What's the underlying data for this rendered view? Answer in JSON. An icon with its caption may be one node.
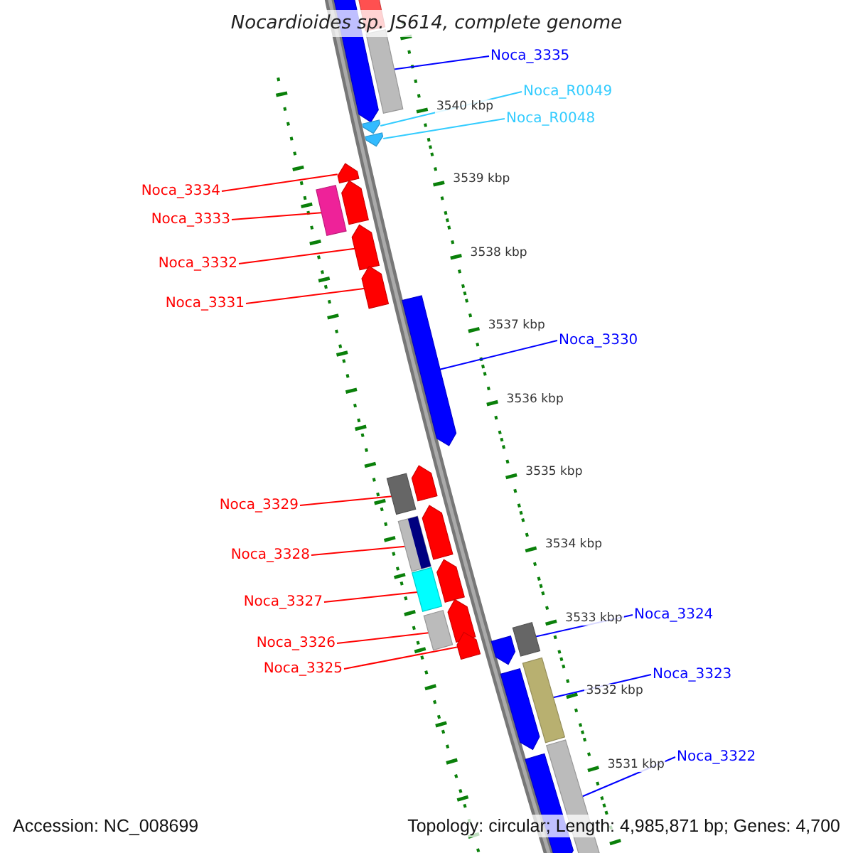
{
  "diagram": {
    "title": "Nocardioides sp. JS614, complete genome",
    "nodes": [
      {
        "text": [
          "Noca_3335"
        ]
      },
      {
        "text": [
          "Noca_R0049"
        ]
      },
      {
        "text": [
          "Noca_R0048"
        ]
      },
      {
        "text": [
          "Noca_3334"
        ]
      },
      {
        "text": [
          "Noca_3333"
        ]
      },
      {
        "text": [
          "Noca_3332"
        ]
      },
      {
        "text": [
          "Noca_3331"
        ]
      },
      {
        "text": [
          "Noca_3330"
        ]
      },
      {
        "text": [
          "Noca_3329"
        ]
      },
      {
        "text": [
          "Noca_3328"
        ]
      },
      {
        "text": [
          "Noca_3327"
        ]
      },
      {
        "text": [
          "Noca_3326"
        ]
      },
      {
        "text": [
          "Noca_3325"
        ]
      },
      {
        "text": [
          "Noca_3324"
        ]
      },
      {
        "text": [
          "Noca_3323"
        ]
      },
      {
        "text": [
          "Noca_3322"
        ]
      },
      {
        "text": [],
        "shape": "pentagon"
      },
      {
        "text": [],
        "shape": "bar"
      },
      {
        "text": [],
        "shape": "bar"
      },
      {
        "text": [],
        "shape": "pentagon"
      },
      {
        "text": [],
        "shape": "pentagon"
      },
      {
        "text": [],
        "shape": "pentagon"
      },
      {
        "text": [],
        "shape": "bar"
      },
      {
        "text": [],
        "shape": "pentagon"
      },
      {
        "text": [],
        "shape": "pentagon"
      },
      {
        "text": [],
        "shape": "pentagon"
      },
      {
        "text": [],
        "shape": "pentagon"
      },
      {
        "text": [],
        "shape": "bar"
      },
      {
        "text": [],
        "shape": "pentagon"
      },
      {
        "text": [],
        "shape": "bar"
      },
      {
        "text": [],
        "shape": "pentagon"
      },
      {
        "text": [],
        "shape": "bar"
      },
      {
        "text": [],
        "shape": "pentagon"
      },
      {
        "text": [],
        "shape": "bar"
      },
      {
        "text": [],
        "shape": "pentagon"
      },
      {
        "text": [],
        "shape": "pentagon"
      },
      {
        "text": [],
        "shape": "bar"
      },
      {
        "text": [],
        "shape": "pentagon"
      },
      {
        "text": [],
        "shape": "bar"
      },
      {
        "text": [],
        "shape": "pentagon"
      },
      {
        "text": [],
        "shape": "pentagon"
      },
      {
        "text": [],
        "shape": "bar"
      }
    ],
    "edges": [
      {
        "from": 0,
        "to": 18,
        "arrow": "none",
        "color": "#0000ff"
      },
      {
        "from": 1,
        "to": 19,
        "arrow": "none",
        "color": "#33ccff"
      },
      {
        "from": 2,
        "to": 20,
        "arrow": "none",
        "color": "#33ccff"
      },
      {
        "from": 3,
        "to": 21,
        "arrow": "none"
      },
      {
        "from": 4,
        "to": 22,
        "arrow": "none"
      },
      {
        "from": 5,
        "to": 24,
        "arrow": "none"
      },
      {
        "from": 6,
        "to": 25,
        "arrow": "none"
      },
      {
        "from": 7,
        "to": 26,
        "arrow": "none",
        "color": "#0000ff"
      },
      {
        "from": 8,
        "to": 27,
        "arrow": "none"
      },
      {
        "from": 9,
        "to": 29,
        "arrow": "none"
      },
      {
        "from": 10,
        "to": 31,
        "arrow": "none"
      },
      {
        "from": 11,
        "to": 33,
        "arrow": "none"
      },
      {
        "from": 12,
        "to": 35,
        "arrow": "none"
      },
      {
        "from": 13,
        "to": 36,
        "arrow": "none",
        "color": "#0000ff"
      },
      {
        "from": 14,
        "to": 38,
        "arrow": "none",
        "color": "#0000ff"
      },
      {
        "from": 15,
        "to": 41,
        "arrow": "none",
        "color": "#0000ff"
      }
    ],
    "labels": [
      "3540 kbp",
      "3539 kbp",
      "3538 kbp",
      "3537 kbp",
      "3536 kbp",
      "3535 kbp",
      "3534 kbp",
      "3533 kbp",
      "3532 kbp",
      "3531 kbp",
      "Accession: NC_008699",
      "Topology: circular; Length: 4,985,871 bp; Genes: 4,700"
    ]
  }
}
